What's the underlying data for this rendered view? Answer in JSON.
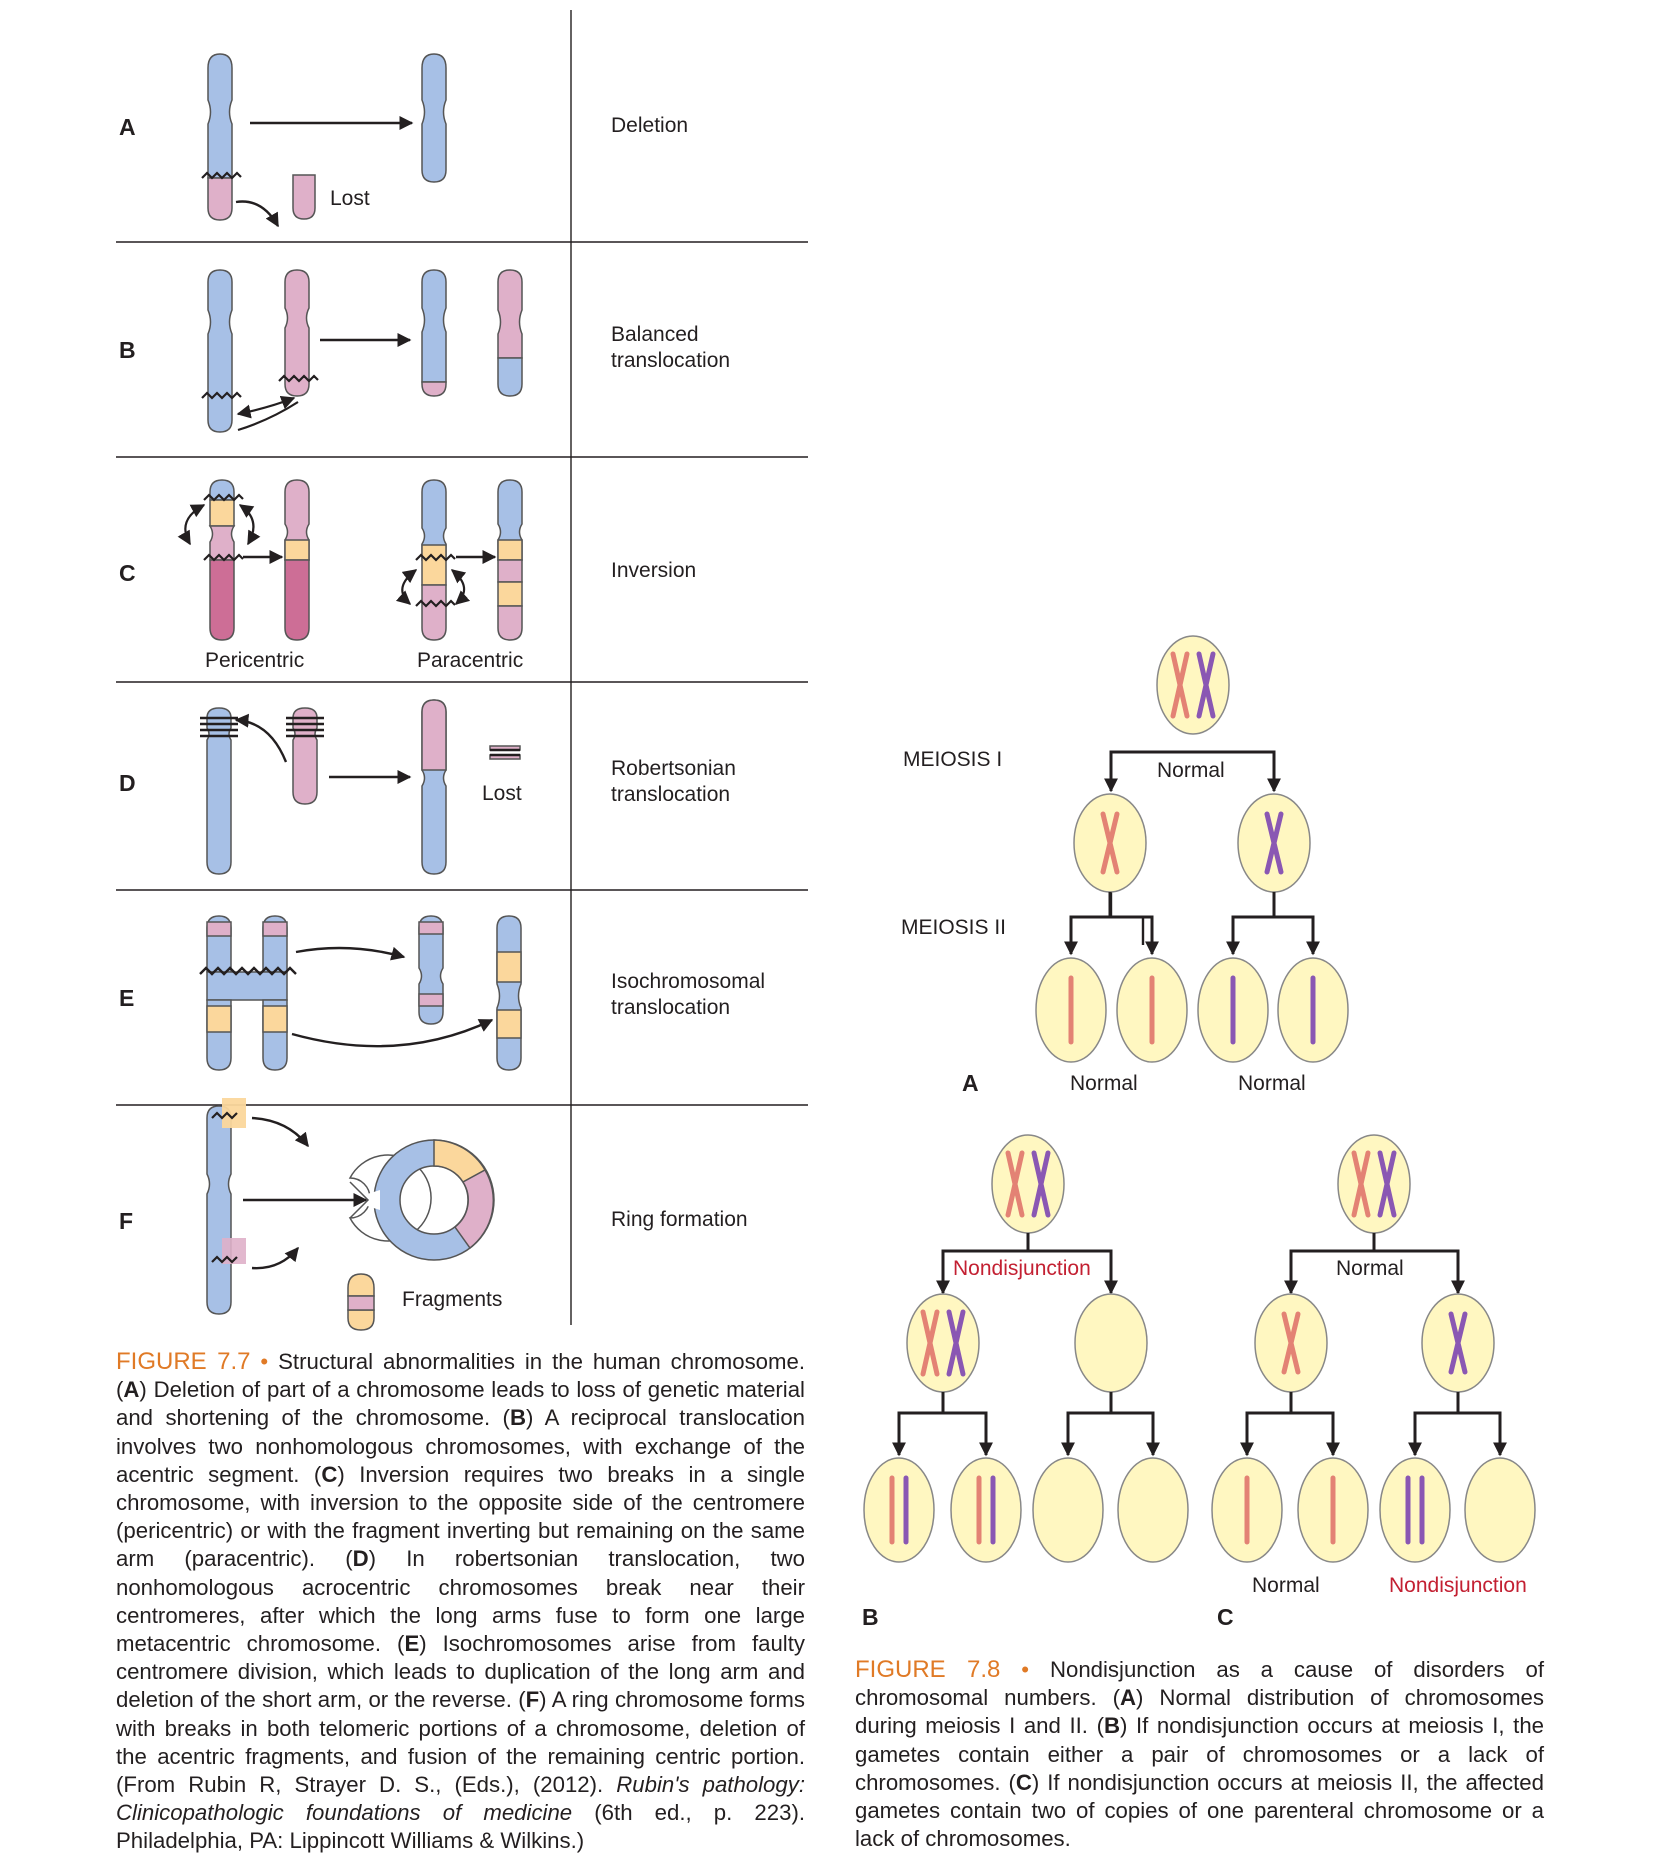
{
  "fig77": {
    "rows": [
      {
        "letter": "A",
        "label_lines": [
          "Deletion"
        ],
        "notes": [
          "Lost"
        ]
      },
      {
        "letter": "B",
        "label_lines": [
          "Balanced",
          "translocation"
        ],
        "notes": []
      },
      {
        "letter": "C",
        "label_lines": [
          "Inversion"
        ],
        "notes": [
          "Pericentric",
          "Paracentric"
        ]
      },
      {
        "letter": "D",
        "label_lines": [
          "Robertsonian",
          "translocation"
        ],
        "notes": [
          "Lost"
        ]
      },
      {
        "letter": "E",
        "label_lines": [
          "Isochromosomal",
          "translocation"
        ],
        "notes": []
      },
      {
        "letter": "F",
        "label_lines": [
          "Ring formation"
        ],
        "notes": [
          "Fragments"
        ]
      }
    ],
    "caption": {
      "fig_label": "FIGURE 7.7",
      "bullet": "•",
      "intro": "Structural abnormalities in the human chromosome.",
      "a_letter": "A",
      "a_text": "Deletion of part of a chromosome leads to loss of genetic material and shortening of the chromosome.",
      "b_letter": "B",
      "b_text": "A reciprocal translocation involves two nonhomologous chromosomes, with exchange of the acentric segment.",
      "c_letter": "C",
      "c_text": "Inversion requires two breaks in a single chromosome, with inversion to the opposite side of the centromere (pericentric) or with the fragment inverting but remaining on the same arm (paracentric).",
      "d_letter": "D",
      "d_text": "In robertsonian translocation, two nonhomologous acrocentric chromosomes break near their centromeres, after which the long arms fuse to form one large metacentric chromosome.",
      "e_letter": "E",
      "e_text": "Isochromosomes arise from faulty centromere division, which leads to duplication of the long arm and deletion of the short arm, or the reverse.",
      "f_letter": "F",
      "f_text": "A ring chromosome forms with breaks in both telomeric portions of a chromosome, deletion of the acentric fragments, and fusion of the remaining centric portion.",
      "source_pre": "(From Rubin R, Strayer D. S., (Eds.), (2012).",
      "source_title": "Rubin's pathology: Clinicopathologic foundations of medicine",
      "source_post": "(6th ed., p. 223). Philadelphia, PA: Lippincott Williams & Wilkins.)"
    }
  },
  "fig78": {
    "meiosis_1": "MEIOSIS I",
    "meiosis_2": "MEIOSIS II",
    "panel_a": {
      "letter": "A",
      "split_label": "Normal",
      "left_label": "Normal",
      "right_label": "Normal"
    },
    "panel_b": {
      "letter": "B",
      "split_label": "Nondisjunction"
    },
    "panel_c": {
      "letter": "C",
      "split_label": "Normal",
      "left_label": "Normal",
      "right_label": "Nondisjunction"
    },
    "caption": {
      "fig_label": "FIGURE 7.8",
      "bullet": "•",
      "intro": "Nondisjunction as a cause of disorders of chromosomal numbers.",
      "a_letter": "A",
      "a_text": "Normal distribution of chromosomes during meiosis I and II.",
      "b_letter": "B",
      "b_text": "If nondisjunction occurs at meiosis I, the gametes contain either a pair of chromosomes or a lack of chromosomes.",
      "c_letter": "C",
      "c_text": "If nondisjunction occurs at meiosis II, the affected gametes contain two of copies of one parenteral chromosome or a lack of chromosomes."
    }
  },
  "colors": {
    "blue": "#a7c0e6",
    "pink": "#dfb0c9",
    "dark_pink": "#cd6e96",
    "orange": "#fbd79c",
    "cell": "#fff7c1",
    "red_label": "#c32032",
    "caption_accent": "#e07a26",
    "chrom_red": "#e38274",
    "chrom_purple": "#8a57b3"
  }
}
